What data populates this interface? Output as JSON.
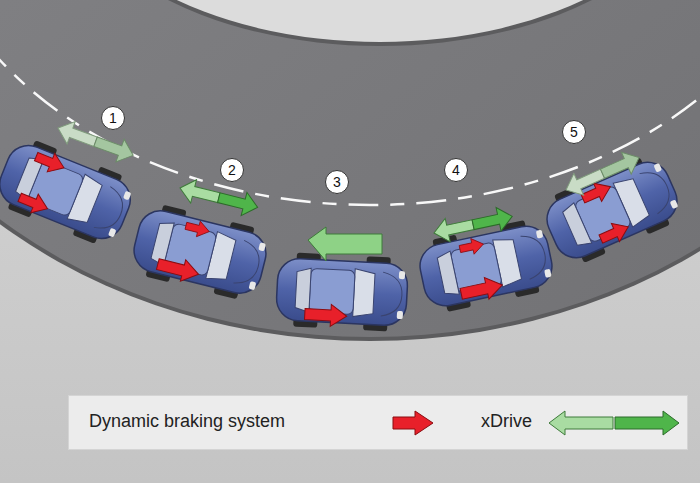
{
  "diagram": {
    "labels": [
      "1",
      "2",
      "3",
      "4",
      "5"
    ],
    "legend": [
      {
        "text": "Dynamic braking system",
        "color": "#e8202a"
      },
      {
        "text": "xDrive"
      }
    ]
  }
}
